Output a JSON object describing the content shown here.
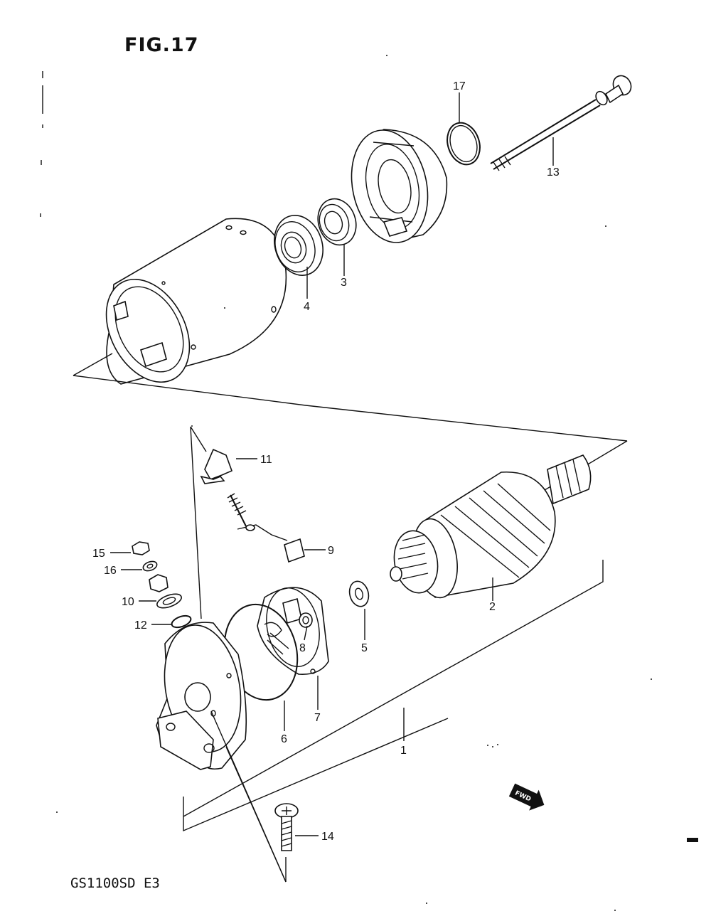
{
  "figure": {
    "title": "FIG.17",
    "model": "GS1100SD E3"
  },
  "fwd_badge": "FWD",
  "callouts": [
    "1",
    "2",
    "3",
    "4",
    "5",
    "6",
    "7",
    "8",
    "9",
    "10",
    "11",
    "12",
    "13",
    "14",
    "15",
    "16",
    "17"
  ],
  "parts": [
    {
      "ref": "1",
      "name": "starter-motor-assembly"
    },
    {
      "ref": "2",
      "name": "armature"
    },
    {
      "ref": "3",
      "name": "oil-seal"
    },
    {
      "ref": "4",
      "name": "bearing"
    },
    {
      "ref": "5",
      "name": "washer"
    },
    {
      "ref": "6",
      "name": "o-ring"
    },
    {
      "ref": "7",
      "name": "brush-holder"
    },
    {
      "ref": "8",
      "name": "brush-spring"
    },
    {
      "ref": "9",
      "name": "brush-set"
    },
    {
      "ref": "10",
      "name": "washer-set"
    },
    {
      "ref": "11",
      "name": "insulator"
    },
    {
      "ref": "12",
      "name": "o-ring"
    },
    {
      "ref": "13",
      "name": "through-bolt"
    },
    {
      "ref": "14",
      "name": "screw"
    },
    {
      "ref": "15",
      "name": "nut"
    },
    {
      "ref": "16",
      "name": "washer"
    },
    {
      "ref": "17",
      "name": "o-ring"
    }
  ]
}
